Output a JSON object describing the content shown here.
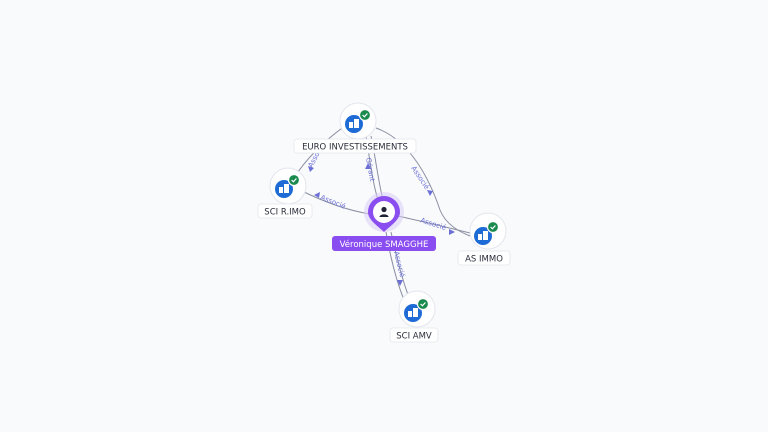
{
  "person": {
    "name": "Véronique SMAGGHE",
    "icon": "person-icon",
    "color": "#8a4df0"
  },
  "companies": [
    {
      "id": "euro",
      "name": "EURO INVESTISSEMENTS",
      "icon": "building-icon",
      "verified": true
    },
    {
      "id": "rimo",
      "name": "SCI R.IMO",
      "icon": "building-icon",
      "verified": true
    },
    {
      "id": "asimmo",
      "name": "AS IMMO",
      "icon": "building-icon",
      "verified": true
    },
    {
      "id": "amv",
      "name": "SCI AMV",
      "icon": "building-icon",
      "verified": true
    }
  ],
  "relations": [
    {
      "from": "person",
      "to": "euro",
      "label": "Gérant"
    },
    {
      "from": "person",
      "to": "rimo",
      "label": "Associé"
    },
    {
      "from": "person",
      "to": "asimmo",
      "label": "Associé"
    },
    {
      "from": "person",
      "to": "amv",
      "label": "Associé"
    },
    {
      "from": "euro",
      "to": "rimo",
      "label": "Associé"
    },
    {
      "from": "euro",
      "to": "asimmo",
      "label": "Associé"
    }
  ],
  "colors": {
    "company": "#1e6bd6",
    "verified": "#1a8a4e",
    "edge_label": "#6b6fd6"
  }
}
